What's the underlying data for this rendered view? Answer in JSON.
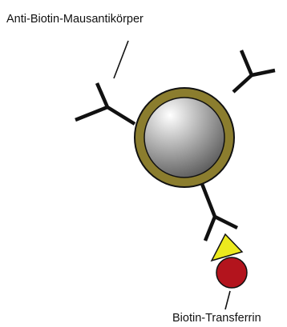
{
  "labels": {
    "antibody": "Anti-Biotin-Mausantikörper",
    "transferrin": "Biotin-Transferrin"
  },
  "colors": {
    "bead_ring": "#8b7d2e",
    "bead_core_light": "#ffffff",
    "bead_core_dark": "#454545",
    "antibody_line": "#111111",
    "biotin_triangle": "#ecea1e",
    "transferrin_circle": "#b3141d"
  },
  "shapes": {
    "bead": "circle",
    "antibody": "Y",
    "biotin": "triangle",
    "transferrin": "circle"
  }
}
